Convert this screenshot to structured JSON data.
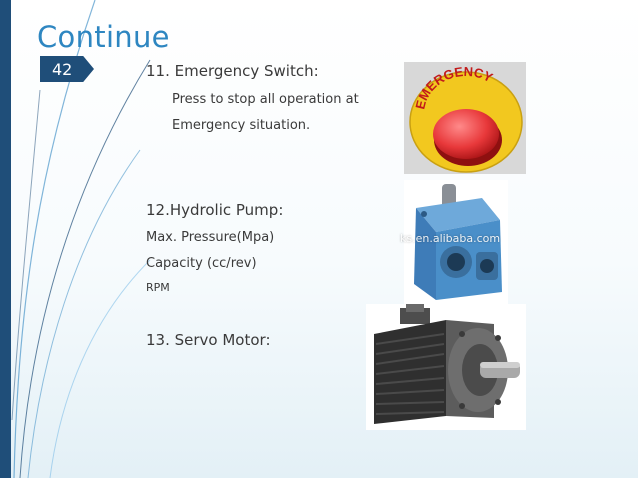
{
  "slide": {
    "title": "Continue",
    "number": "42"
  },
  "items": {
    "emergency": {
      "heading": "11. Emergency Switch:",
      "line1": "Press to stop all operation at",
      "line2": "Emergency situation.",
      "image_label": "EMERGENCY"
    },
    "pump": {
      "heading": "12.Hydrolic Pump:",
      "line1": "Max. Pressure(Mpa)",
      "line2": "Capacity (cc/rev)",
      "line3": "RPM",
      "watermark": "ks.en.alibaba.com"
    },
    "servo": {
      "heading": "13. Servo Motor:"
    }
  },
  "colors": {
    "accent": "#2e86c1",
    "dark_blue": "#1f4e79",
    "button_red": "#e8383a",
    "button_yellow": "#f2c81f",
    "pump_blue": "#4a8fc9"
  }
}
